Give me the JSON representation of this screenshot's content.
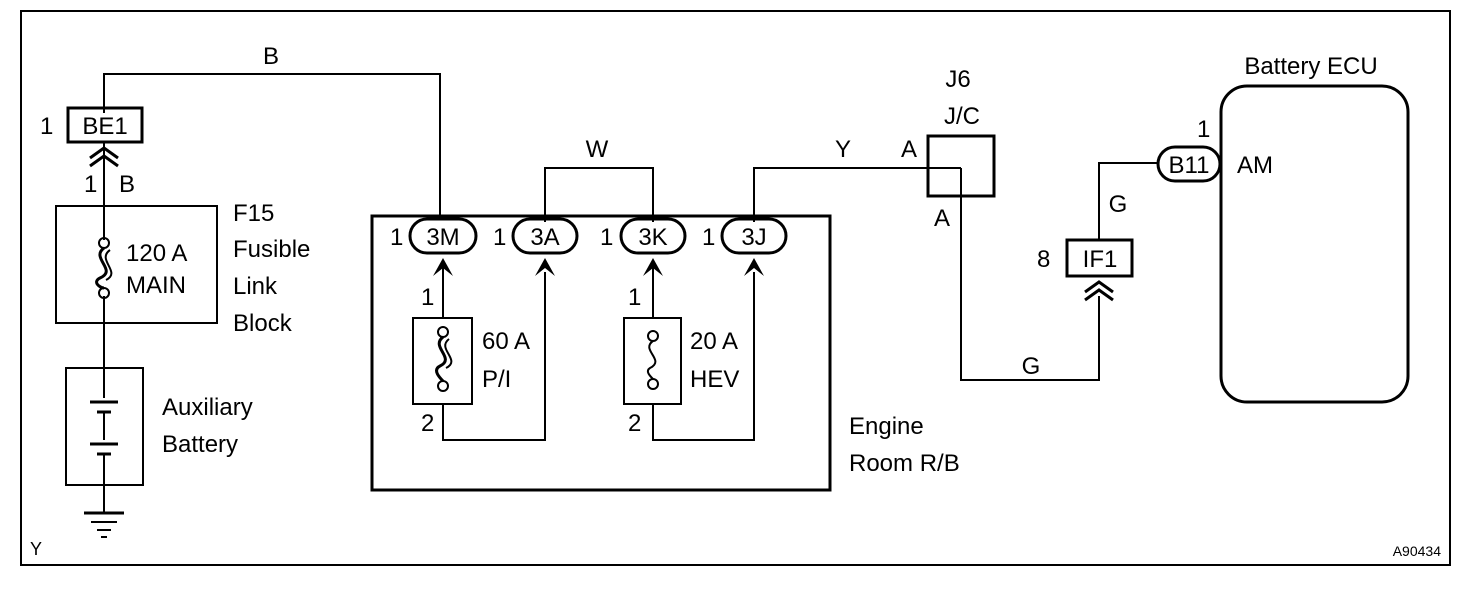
{
  "corner_mark": "Y",
  "figure_id": "A90434",
  "wire_colors": {
    "top_left": "B",
    "be1_below": "B",
    "mid_bridge": "W",
    "to_jc": "Y",
    "g_vertical": "G",
    "g_bottom": "G"
  },
  "connectors": {
    "be1": {
      "label": "BE1",
      "pin": "1",
      "pin_below": "1"
    },
    "c3m": {
      "label": "3M",
      "pin": "1"
    },
    "c3a": {
      "label": "3A",
      "pin": "1"
    },
    "c3k": {
      "label": "3K",
      "pin": "1"
    },
    "c3j": {
      "label": "3J",
      "pin": "1"
    },
    "if1": {
      "label": "IF1",
      "pin": "8"
    },
    "b11": {
      "label": "B11",
      "pin": "1"
    }
  },
  "fusible_link": {
    "id": "F15",
    "name_lines": [
      "Fusible",
      "Link",
      "Block"
    ],
    "rating": "120 A",
    "fuse_name": "MAIN"
  },
  "battery": {
    "name_lines": [
      "Auxiliary",
      "Battery"
    ]
  },
  "engine_room_rb": {
    "name_lines": [
      "Engine",
      "Room R/B"
    ],
    "fuse_pi": {
      "rating": "60 A",
      "name": "P/I",
      "pin_top": "1",
      "pin_bottom": "2"
    },
    "fuse_hev": {
      "rating": "20 A",
      "name": "HEV",
      "pin_top": "1",
      "pin_bottom": "2"
    }
  },
  "junction": {
    "id": "J6",
    "type": "J/C",
    "pin_in": "A",
    "pin_out": "A"
  },
  "ecu": {
    "name": "Battery ECU",
    "terminal": "AM"
  }
}
